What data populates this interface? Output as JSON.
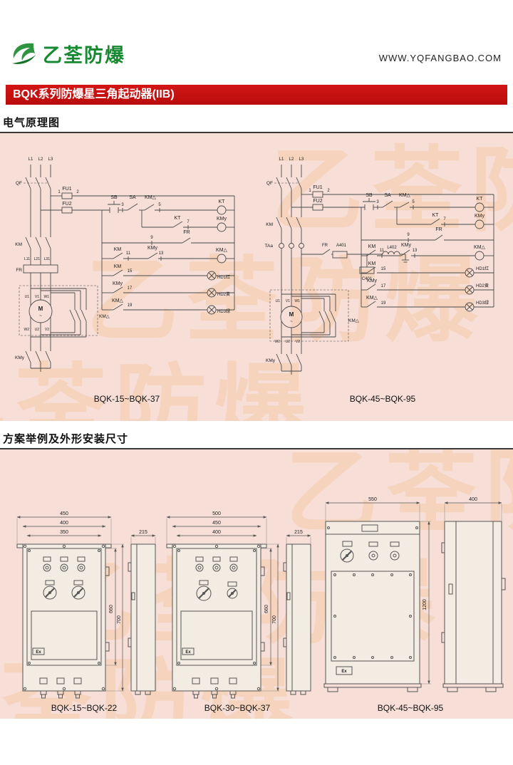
{
  "header": {
    "logo_text": "乙荃防爆",
    "website": "WWW.YQFANGBAO.COM"
  },
  "banner": {
    "title": "BQK系列防爆星三角起动器(IIB)"
  },
  "watermark": "乙荃防爆",
  "schematic": {
    "section_title": "电气原理图",
    "left_caption": "BQK-15~BQK-37",
    "right_caption": "BQK-45~BQK-95",
    "labels": {
      "L1": "L1",
      "L2": "L2",
      "L3": "L3",
      "QF": "QF",
      "FU1": "FU1",
      "FU2": "FU2",
      "SB": "SB",
      "SA": "SA",
      "KT": "KT",
      "KM": "KM",
      "KMy": "KMy",
      "KMd": "KM△",
      "FR": "FR",
      "n1": "1",
      "n2": "2",
      "n3": "3",
      "n5": "5",
      "n7": "7",
      "n9": "9",
      "n11": "11",
      "n13": "13",
      "n15": "15",
      "n17": "17",
      "n19": "19",
      "L11": "L11",
      "L21": "L21",
      "L31": "L31",
      "U1": "U1",
      "V1": "V1",
      "W1": "W1",
      "W2": "W2",
      "U2": "U2",
      "V2": "V2",
      "M": "M",
      "tilde": "~",
      "HD1": "HD1红",
      "HD2": "HD2黄",
      "HD3": "HD3绿",
      "TAa": "TAa",
      "A401": "A401",
      "C401": "C401",
      "L402": "L402"
    }
  },
  "dimensions": {
    "section_title": "方案举例及外形安装尺寸",
    "ex_mark": "Ex",
    "cabinet1": {
      "caption": "BQK-15~BQK-22",
      "w_outer": "450",
      "w_mid": "400",
      "w_inner": "350",
      "depth": "215",
      "h_inner": "660",
      "h_outer": "700"
    },
    "cabinet2": {
      "caption": "BQK-30~BQK-37",
      "w_outer": "500",
      "w_mid": "450",
      "w_inner": "400",
      "depth": "215",
      "h_inner": "660",
      "h_outer": "700"
    },
    "cabinet3": {
      "caption": "BQK-45~BQK-95",
      "width": "550",
      "depth": "400",
      "height": "1200"
    }
  }
}
